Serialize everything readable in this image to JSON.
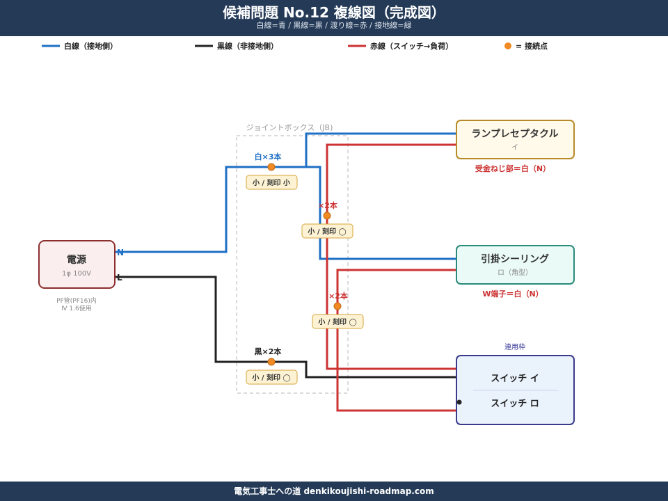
{
  "header": {
    "title": "候補問題 No.12 複線図（完成図）",
    "subtitle": "白線=青 / 黒線=黒 / 渡り線=赤 / 接地線=緑"
  },
  "legend": {
    "white_wire": "白線（接地側）",
    "black_wire": "黒線（非接地側）",
    "red_wire": "赤線（スイッチ→負荷）",
    "joint": "= 接続点"
  },
  "colors": {
    "white_wire": "#1f6fc5",
    "black_wire": "#222222",
    "red_wire": "#cc3333",
    "joint": "#f08a24",
    "header": "#243a57"
  },
  "power": {
    "title": "電源",
    "spec": "1φ 100V",
    "note1": "PF管(PF16)内",
    "note2": "Ⅳ 1.6使用",
    "n_label": "N",
    "l_label": "L"
  },
  "junction_box": {
    "label": "ジョイントボックス（JB)"
  },
  "joints": {
    "white": {
      "label": "白×3本",
      "sleeve": "小 / 刻印 小"
    },
    "red1": {
      "label": "×2本",
      "sleeve": "小 / 刻印 ◯"
    },
    "red2": {
      "label": "×2本",
      "sleeve": "小 / 刻印 ◯"
    },
    "black": {
      "label": "黒×2本",
      "sleeve": "小 / 刻印 ◯"
    }
  },
  "lamp_receptacle": {
    "title": "ランプレセプタクル",
    "sub": "イ",
    "note": "受金ねじ部＝白（N）"
  },
  "ceiling": {
    "title": "引掛シーリング",
    "sub": "ロ（角型）",
    "note": "W端子＝白（N）"
  },
  "switch": {
    "frame_label": "連用枠",
    "switch_i": "スイッチ イ",
    "switch_ro": "スイッチ ロ"
  },
  "footer": {
    "text": "電気工事士への道 denkikoujishi-roadmap.com"
  }
}
